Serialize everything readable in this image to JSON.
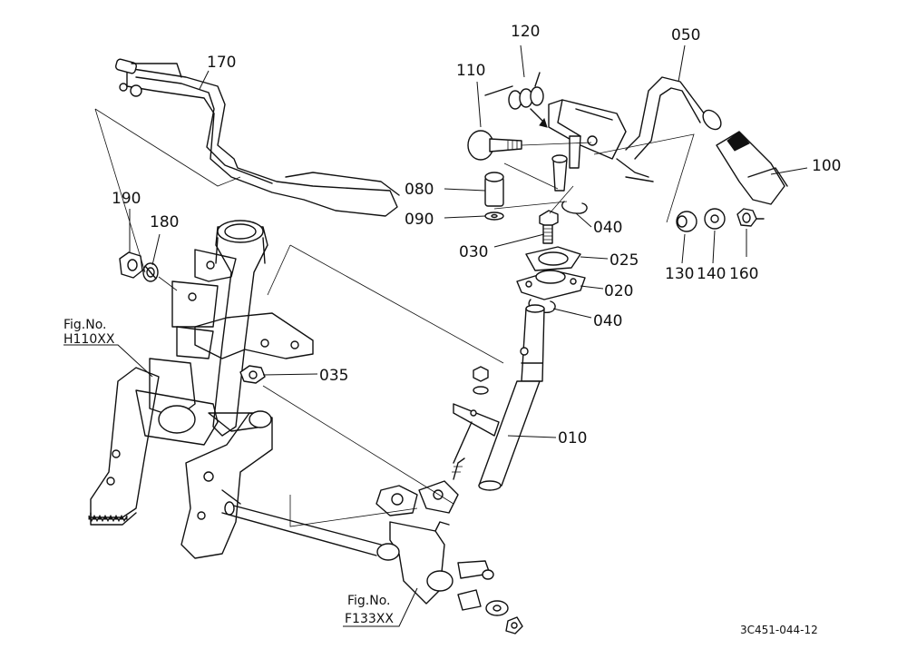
{
  "parts": {
    "p010": "010",
    "p020": "020",
    "p025": "025",
    "p030": "030",
    "p035": "035",
    "p040a": "040",
    "p040b": "040",
    "p050": "050",
    "p080": "080",
    "p090": "090",
    "p100": "100",
    "p110": "110",
    "p120": "120",
    "p130": "130",
    "p140": "140",
    "p160": "160",
    "p170": "170",
    "p180": "180",
    "p190": "190"
  },
  "references": {
    "fig1_line1": "Fig.No.",
    "fig1_line2": "H110XX",
    "fig2_line1": "Fig.No.",
    "fig2_line2": "F133XX"
  },
  "diagram_code": "3C451-044-12"
}
